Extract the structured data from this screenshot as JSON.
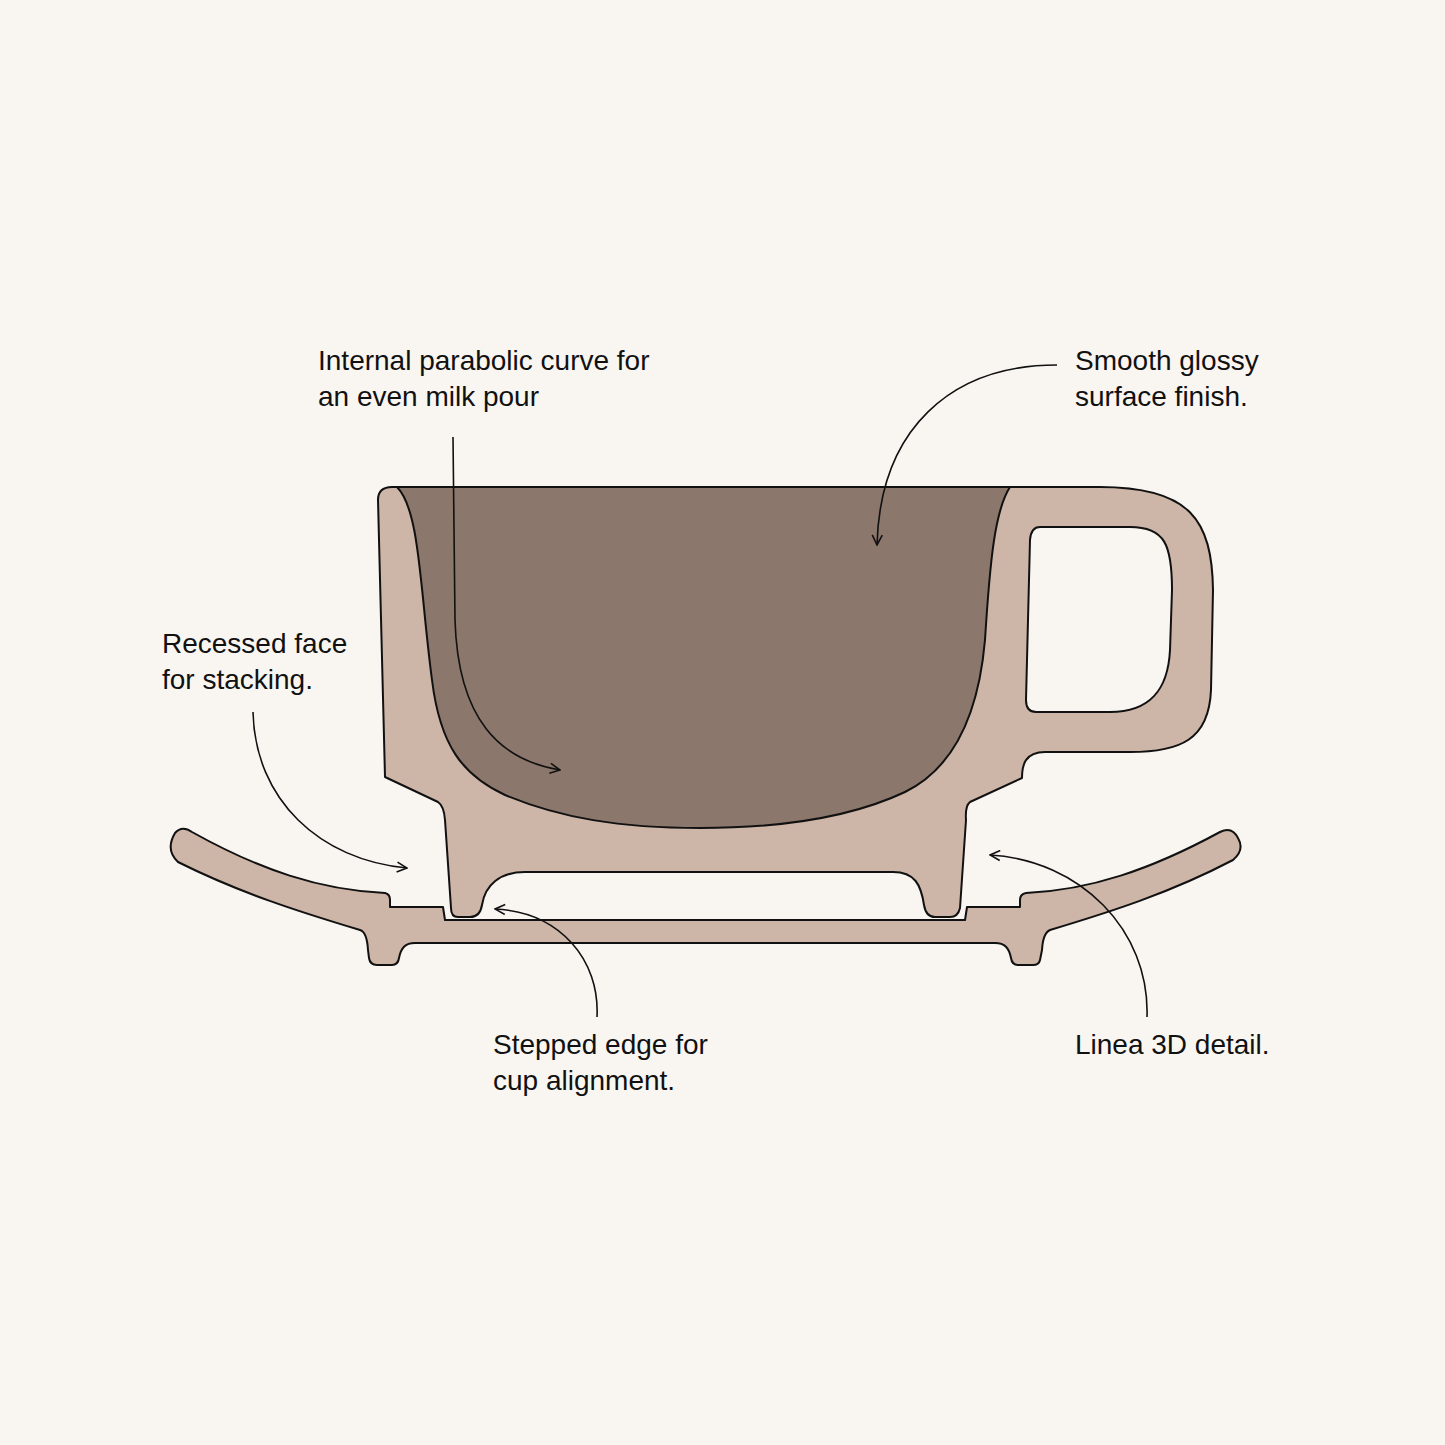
{
  "diagram": {
    "labels": [
      "Internal parabolic curve for an even milk pour",
      "Smooth glossy surface finish.",
      "Recessed face for stacking.",
      "Stepped edge for cup alignment.",
      "Linea 3D detail."
    ]
  }
}
